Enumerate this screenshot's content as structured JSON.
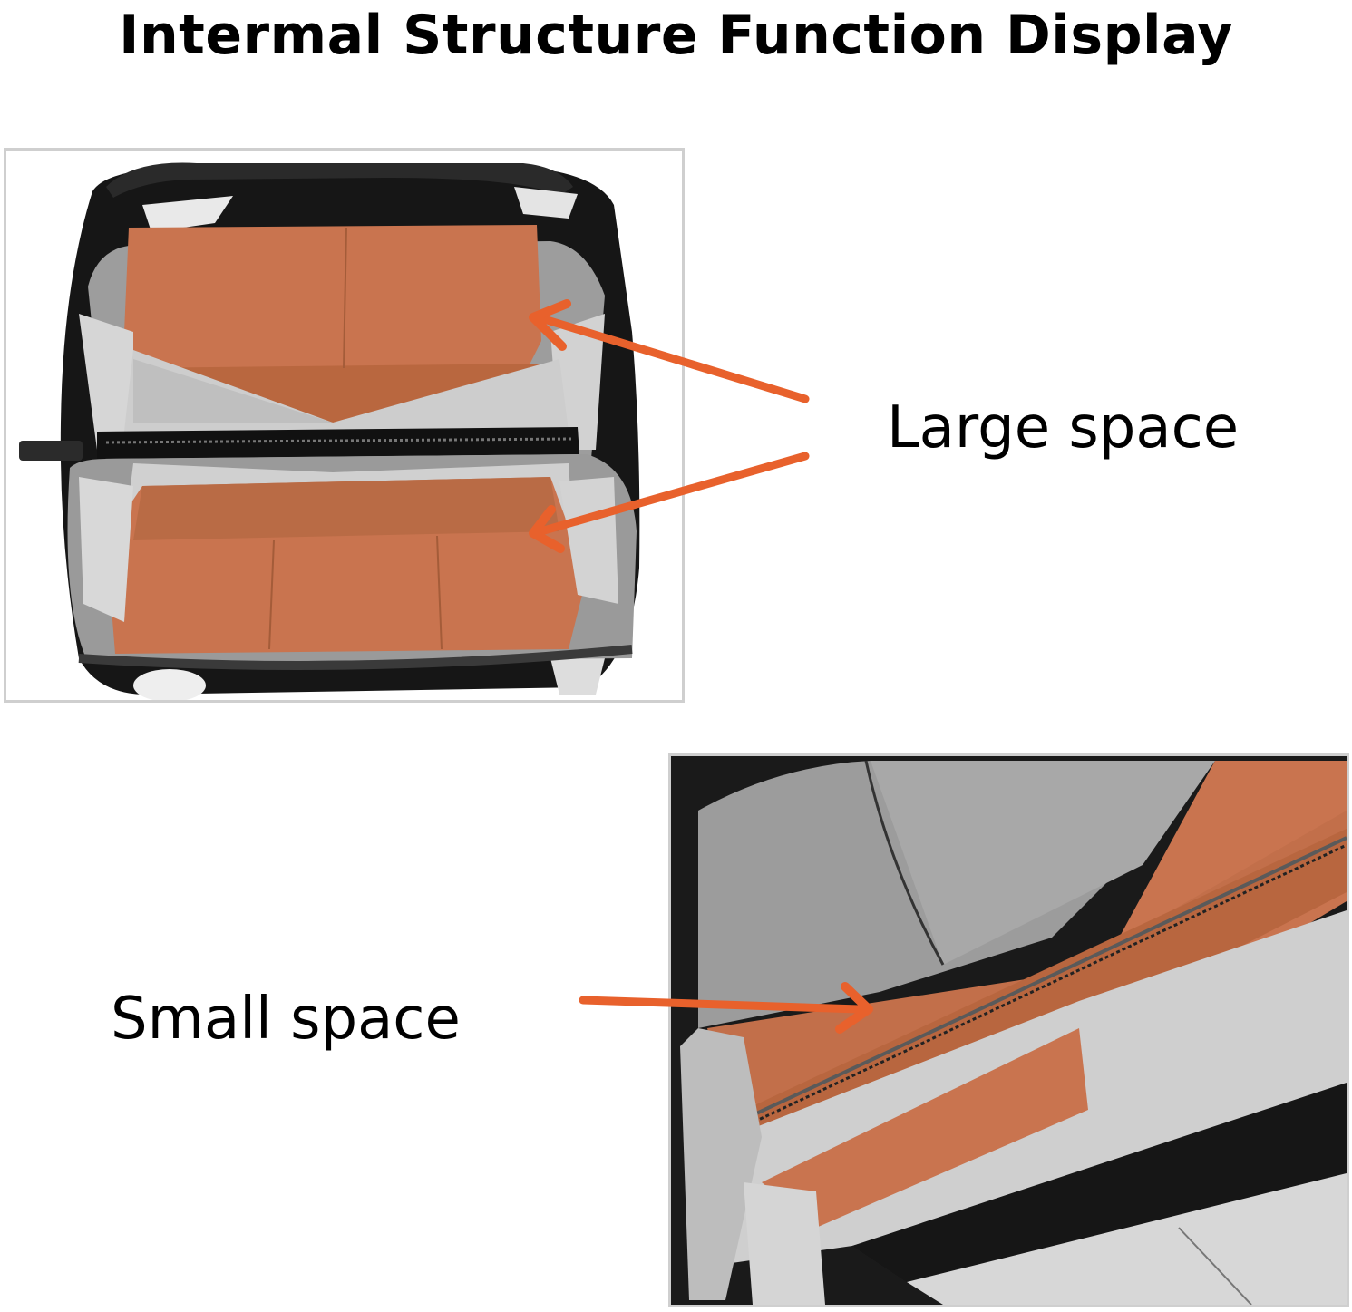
{
  "title": "Intermal Structure Function Display",
  "labels": {
    "large": "Large space",
    "small": "Small space"
  },
  "colors": {
    "accent_arrow": "#E8612C",
    "lining_orange": "#C9744F",
    "lining_grey": "#C4C4C4",
    "bag_black": "#161616",
    "frame_border": "#CFCFCF"
  },
  "images": [
    {
      "name": "bag-open-top-view",
      "depicts": "open bag with two large compartments"
    },
    {
      "name": "bag-inner-closeup",
      "depicts": "close-up of zippered divider pocket"
    }
  ]
}
